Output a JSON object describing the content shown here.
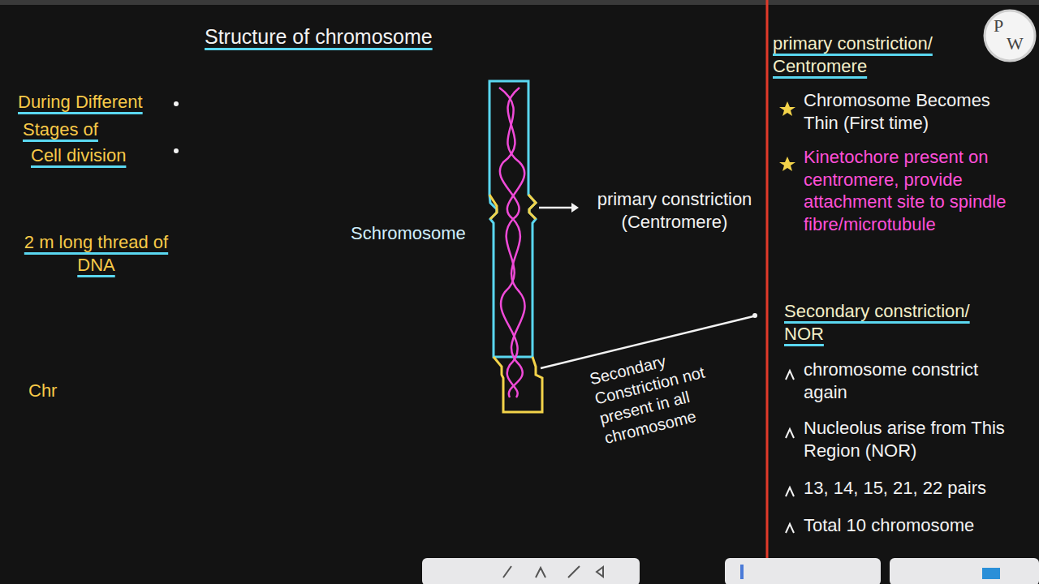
{
  "diagram": {
    "title": "Structure of chromosome",
    "nodes": [
      {
        "text": [
          "P",
          "W"
        ]
      }
    ],
    "labels": [
      "During Different",
      "Stages of",
      "Cell division",
      "2 m long thread of DNA",
      "Chr",
      "Schromosome",
      "primary constriction (Centromere)",
      "Secondary Constriction not present in all chromosome",
      "primary constriction/ Centromere",
      "Chromosome Becomes Thin (First time)",
      "Kinetochore present on centromere, provide attachment site to spindle fibre/microtubule",
      "Secondary constriction/ NOR",
      "chromosome constrict again",
      "Nucleolus arise from This Region (NOR)",
      "13, 14, 15, 21, 22 pairs",
      "Total 10 chromosome"
    ]
  }
}
